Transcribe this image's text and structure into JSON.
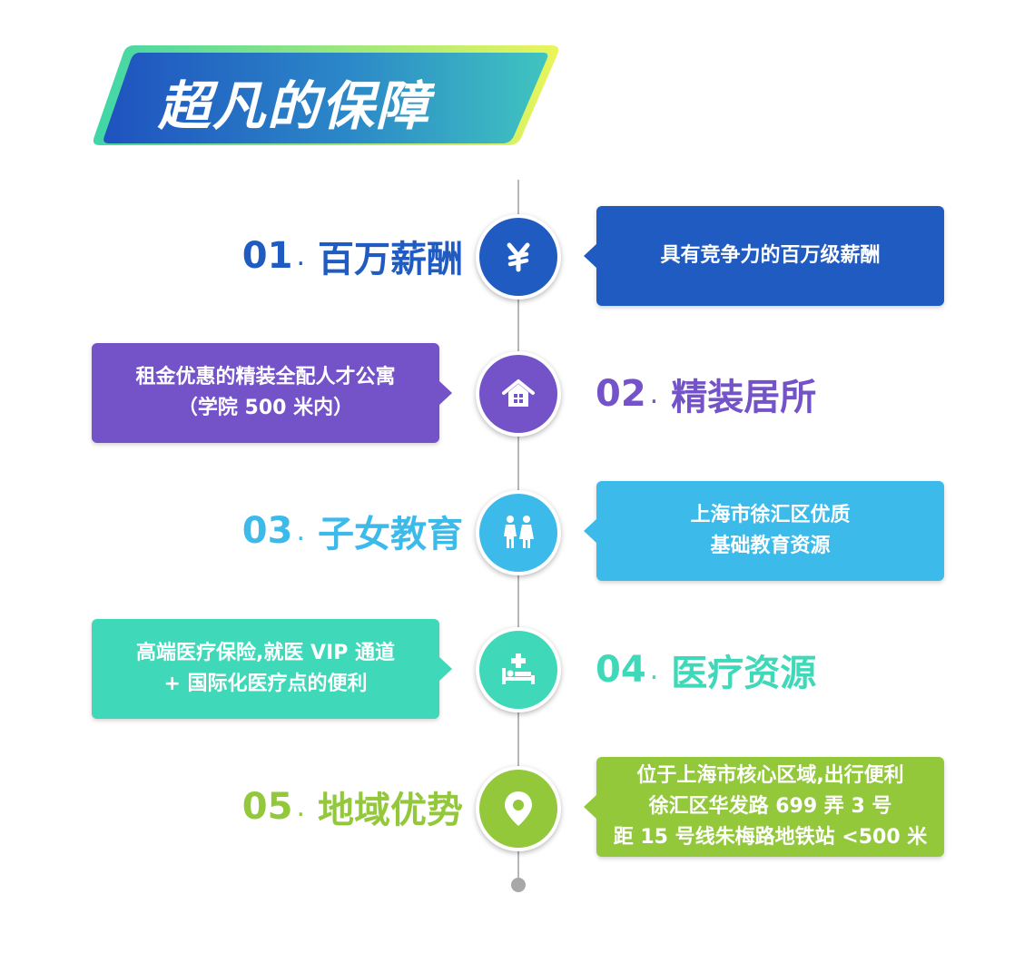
{
  "banner": {
    "title": "超凡的保障"
  },
  "colors": {
    "blue": "#1f5bc0",
    "purple": "#7452c8",
    "sky": "#3cbbea",
    "teal": "#3fd8b8",
    "lime": "#92c83a"
  },
  "items": [
    {
      "num": "01",
      "dot": ".",
      "title": "百万薪酬",
      "icon": "yen-icon",
      "card_lines": [
        "具有竞争力的百万级薪酬"
      ]
    },
    {
      "num": "02",
      "dot": ".",
      "title": "精装居所",
      "icon": "house-icon",
      "card_lines": [
        "租金优惠的精装全配人才公寓",
        "（学院 500 米内）"
      ]
    },
    {
      "num": "03",
      "dot": ".",
      "title": "子女教育",
      "icon": "family-icon",
      "card_lines": [
        "上海市徐汇区优质",
        "基础教育资源"
      ]
    },
    {
      "num": "04",
      "dot": ".",
      "title": "医疗资源",
      "icon": "hospital-bed-icon",
      "card_lines": [
        "高端医疗保险,就医 VIP 通道",
        "+ 国际化医疗点的便利"
      ]
    },
    {
      "num": "05",
      "dot": ".",
      "title": "地域优势",
      "icon": "location-pin-icon",
      "card_lines": [
        "位于上海市核心区域,出行便利",
        "徐汇区华发路 699 弄 3 号",
        "距 15 号线朱梅路地铁站 <500 米"
      ]
    }
  ]
}
